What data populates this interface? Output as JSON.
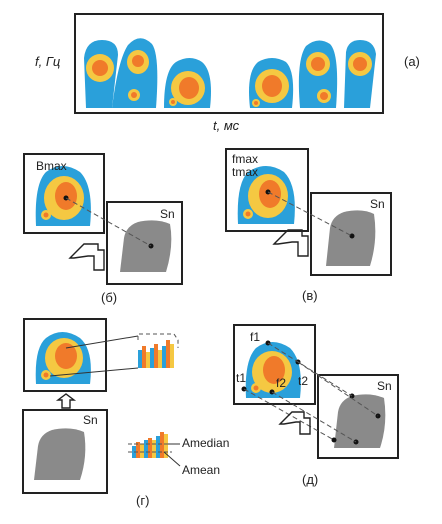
{
  "colors": {
    "blue": "#2aa0da",
    "yellow": "#f5c842",
    "orange": "#f07a2a",
    "gray": "#8a8a8a",
    "frame": "#222222"
  },
  "panel_a": {
    "y_label": "f, Гц",
    "x_label": "t, мс",
    "tag": "(а)"
  },
  "panel_b": {
    "point_label": "Bmax",
    "shape_label": "Sn",
    "tag": "(б)"
  },
  "panel_v": {
    "point_label_1": "fmax",
    "point_label_2": "tmax",
    "shape_label": "Sn",
    "tag": "(в)"
  },
  "panel_g": {
    "shape_label": "Sn",
    "legend_median": "Amedian",
    "legend_mean": "Amean",
    "tag": "(г)"
  },
  "panel_d": {
    "f1": "f1",
    "t1": "t1",
    "f2": "f2",
    "t2": "t2",
    "shape_label": "Sn",
    "tag": "(д)"
  }
}
